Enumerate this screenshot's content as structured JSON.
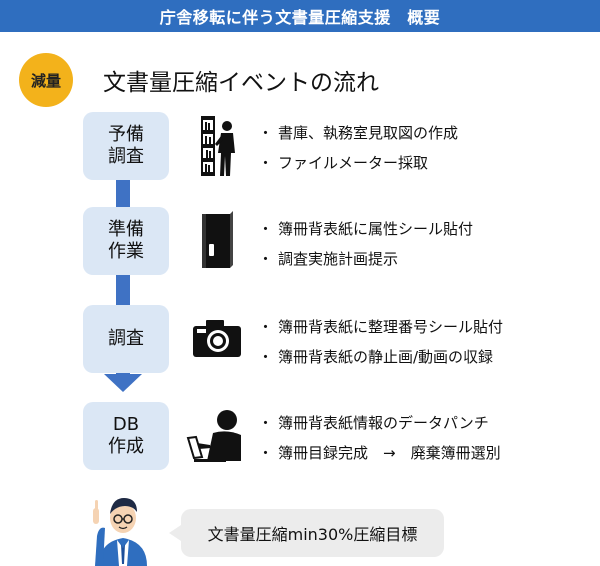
{
  "header": {
    "title": "庁舎移転に伴う文書量圧縮支援　概要"
  },
  "badge": {
    "label": "減量"
  },
  "main_title": "文書量圧縮イベントの流れ",
  "steps": [
    {
      "label": "予備\n調査",
      "icon": "person-bookshelf-icon",
      "bullets": [
        "書庫、執務室見取図の作成",
        "ファイルメーター採取"
      ]
    },
    {
      "label": "準備\n作業",
      "icon": "binder-icon",
      "bullets": [
        "簿冊背表紙に属性シール貼付",
        "調査実施計画提示"
      ]
    },
    {
      "label": "調査",
      "icon": "camera-icon",
      "bullets": [
        "簿冊背表紙に整理番号シール貼付",
        "簿冊背表紙の静止画/動画の収録"
      ]
    },
    {
      "label": "DB\n作成",
      "icon": "person-laptop-icon",
      "bullets": [
        "簿冊背表紙情報のデータパンチ",
        "簿冊目録完成　→　廃棄簿冊選別"
      ]
    }
  ],
  "footer": {
    "icon": "businessman-icon",
    "bubble_text": "文書量圧縮min30%圧縮目標"
  },
  "colors": {
    "header": "#2f6ebf",
    "badge": "#f3b21b",
    "flow": "#3f72c4",
    "step_box": "#dbe7f5",
    "bubble": "#ececec"
  }
}
